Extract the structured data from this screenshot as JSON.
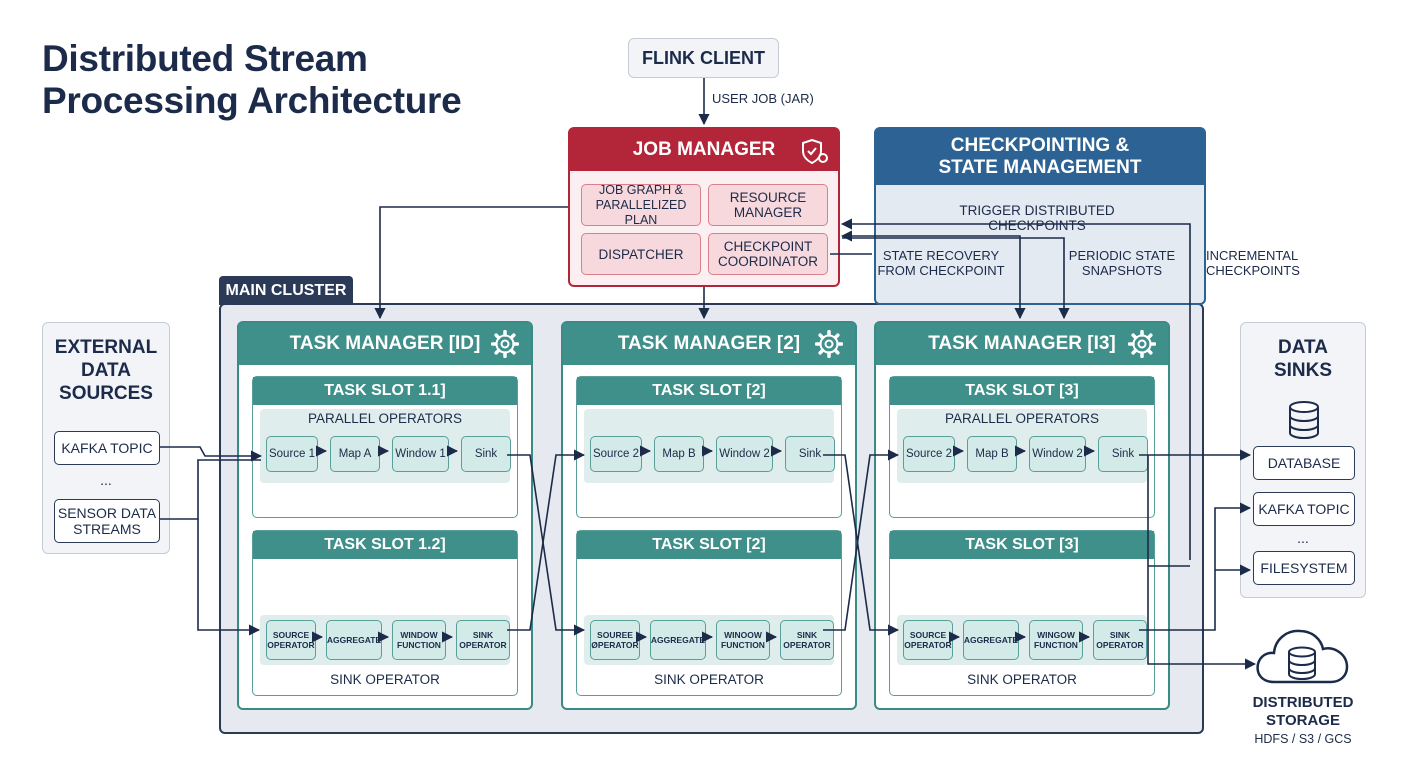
{
  "title": {
    "line1": "Distributed Stream",
    "line2": "Processing Architecture"
  },
  "client": {
    "label": "FLINK CLIENT",
    "arrow_label": "USER JOB (JAR)"
  },
  "job_manager": {
    "title": "JOB MANAGER",
    "cells": [
      "JOB GRAPH & PARALLELIZED PLAN",
      "RESOURCE MANAGER",
      "DISPATCHER",
      "CHECKPOINT COORDINATOR"
    ]
  },
  "checkpointing": {
    "title_line1": "CHECKPOINTING &",
    "title_line2": "STATE MANAGEMENT",
    "trigger": "TRIGGER DISTRIBUTED CHECKPOINTS",
    "recovery_line1": "STATE RECOVERY",
    "recovery_line2": "FROM CHECKPOINT",
    "snapshots_line1": "PERIODIC STATE",
    "snapshots_line2": "SNAPSHOTS",
    "incremental_line1": "INCREMENTAL",
    "incremental_line2": "CHECKPOINTS"
  },
  "cluster": {
    "label": "MAIN CLUSTER"
  },
  "sources": {
    "title_line1": "EXTERNAL",
    "title_line2": "DATA",
    "title_line3": "SOURCES",
    "items": [
      "KAFKA TOPIC",
      "...",
      "SENSOR DATA STREAMS"
    ]
  },
  "sinks": {
    "title_line1": "DATA",
    "title_line2": "SINKS",
    "items": [
      "DATABASE",
      "KAFKA TOPIC",
      "...",
      "FILESYSTEM"
    ]
  },
  "storage": {
    "line1": "DISTRIBUTED",
    "line2": "STORAGE",
    "line3": "HDFS / S3 / GCS"
  },
  "task_managers": [
    {
      "title": "TASK MANAGER [ID]",
      "slot1": {
        "title": "TASK SLOT 1.1]",
        "band_label": "PARALLEL OPERATORS",
        "ops": [
          "Source 1",
          "Map A",
          "Window 1",
          "Sink"
        ]
      },
      "slot2": {
        "title": "TASK SLOT 1.2]",
        "ops": [
          "SOURCE OPERATOR",
          "AGGREGATE",
          "WINDOW FUNCTION",
          "SINK OPERATOR"
        ],
        "footer": "SINK OPERATOR"
      }
    },
    {
      "title": "TASK MANAGER [2]",
      "slot1": {
        "title": "TASK SLOT [2]",
        "band_label": "",
        "ops": [
          "Source 2",
          "Map B",
          "Window 2",
          "Sink"
        ]
      },
      "slot2": {
        "title": "TASK SLOT [2]",
        "ops": [
          "SOUREE ØPERATOR",
          "AGGREGATE",
          "WINOOW FUNCTION",
          "SINK OPERATOR"
        ],
        "footer": "SINK OPERATOR"
      }
    },
    {
      "title": "TASK MANAGER [I3]",
      "slot1": {
        "title": "TASK SLOT [3]",
        "band_label": "PARALLEL OPERATORS",
        "ops": [
          "Source 2",
          "Map B",
          "Window 2",
          "Sink"
        ]
      },
      "slot2": {
        "title": "TASK SLOT [3]",
        "ops": [
          "SOURCE OPERATOR",
          "AGGREGATE",
          "WINGOW FUNCTION",
          "SINK OPERATOR"
        ],
        "footer": "SINK OPERATOR"
      }
    }
  ],
  "colors": {
    "navy": "#1c2b4a",
    "job_red": "#b3263a",
    "checkpoint_blue": "#2c6394",
    "task_teal": "#3f8f8a"
  }
}
